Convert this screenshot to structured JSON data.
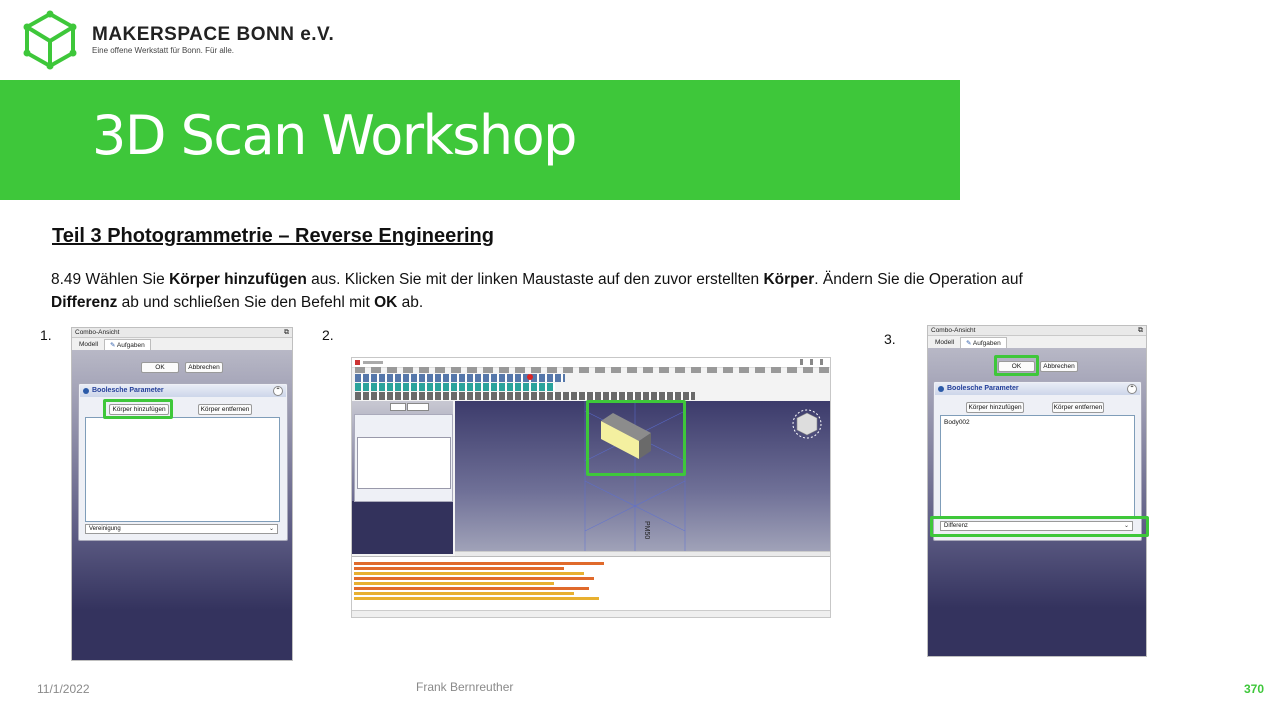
{
  "brand": {
    "name": "MAKERSPACE BONN e.V.",
    "tagline": "Eine offene Werkstatt für Bonn. Für alle.",
    "green": "#3ec73a",
    "logo_icon": "hexagon-box-icon"
  },
  "slide": {
    "title": "3D Scan Workshop",
    "section": "Teil 3  Photogrammetrie  – Reverse Engineering",
    "instruction": {
      "step": "8.49",
      "p1": " Wählen Sie ",
      "b1": "Körper hinzufügen",
      "p2": " aus. Klicken Sie mit der linken Maustaste auf den zuvor erstellten ",
      "b2": "Körper",
      "p3": ".  Ändern Sie die Operation auf ",
      "b3": "Differenz",
      "p4": " ab und schließen Sie den Befehl mit ",
      "b4": "OK",
      "p5": " ab."
    },
    "step_numbers": [
      "1.",
      "2.",
      "3."
    ]
  },
  "panel1": {
    "header": "Combo-Ansicht",
    "tabs": [
      "Modell",
      "Aufgaben"
    ],
    "ok": "OK",
    "cancel": "Abbrechen",
    "group": "Boolesche Parameter",
    "add_body": "Körper hinzufügen",
    "remove_body": "Körper entfernen",
    "operation": "Vereinigung"
  },
  "panel3": {
    "header": "Combo-Ansicht",
    "tabs": [
      "Modell",
      "Aufgaben"
    ],
    "ok": "OK",
    "cancel": "Abbrechen",
    "group": "Boolesche Parameter",
    "add_body": "Körper hinzufügen",
    "remove_body": "Körper entfernen",
    "list_item": "Body002",
    "operation": "Differenz"
  },
  "footer": {
    "date": "11/1/2022",
    "author": "Frank Bernreuther",
    "page": "370"
  }
}
